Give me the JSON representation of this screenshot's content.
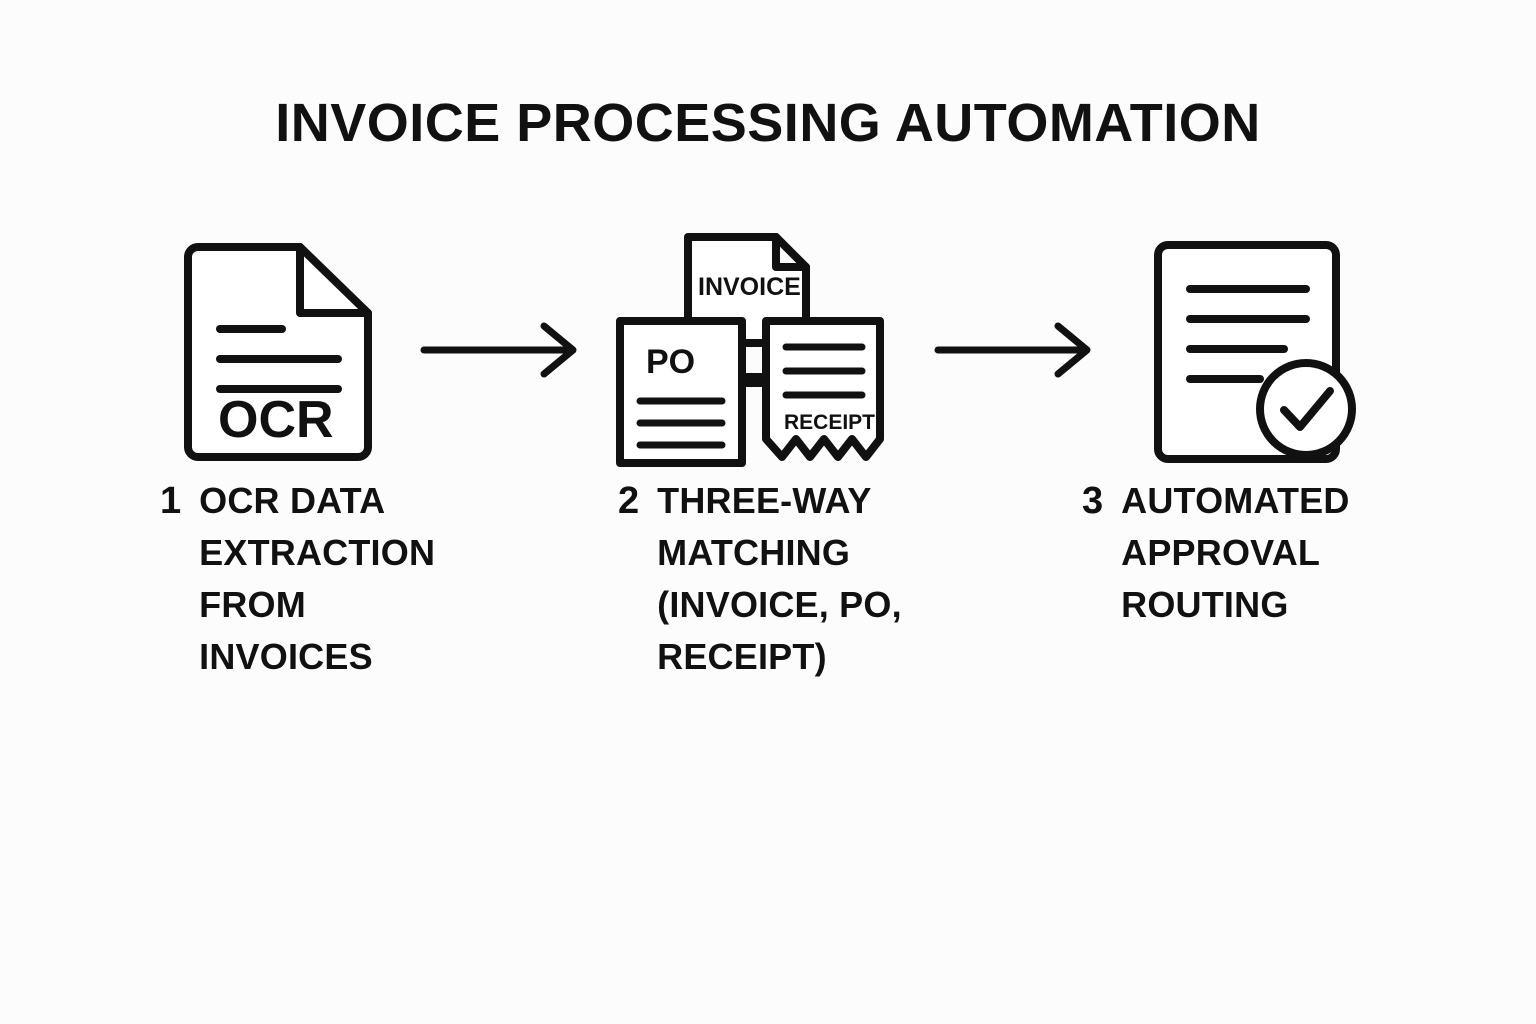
{
  "page": {
    "title": "INVOICE PROCESSING AUTOMATION",
    "background_color": "#fcfcfc",
    "ink_color": "#111111"
  },
  "steps": [
    {
      "number": "1",
      "label": "OCR DATA EXTRACTION FROM INVOICES",
      "icon": "ocr-document-icon",
      "icon_text": "OCR"
    },
    {
      "number": "2",
      "label": "THREE-WAY MATCHING (INVOICE, PO, RECEIPT)",
      "icon": "three-way-match-icon",
      "documents": [
        {
          "name": "invoice-sheet",
          "label": "INVOICE"
        },
        {
          "name": "po-sheet",
          "label": "PO"
        },
        {
          "name": "receipt-sheet",
          "label": "RECEIPT"
        }
      ]
    },
    {
      "number": "3",
      "label": "AUTOMATED APPROVAL ROUTING",
      "icon": "approved-document-icon",
      "badge": "check-circle"
    }
  ],
  "connectors": [
    {
      "name": "arrow-step1-to-step2",
      "direction": "right"
    },
    {
      "name": "arrow-step2-to-step3",
      "direction": "right"
    }
  ]
}
